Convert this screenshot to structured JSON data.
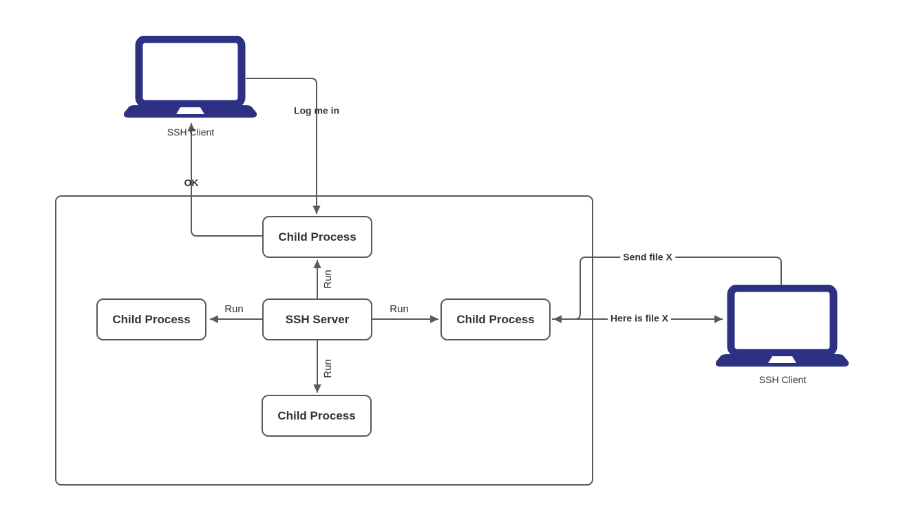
{
  "diagram": {
    "title_semantic": "SSH server child process architecture",
    "clients": {
      "left": {
        "label": "SSH Client"
      },
      "right": {
        "label": "SSH Client"
      }
    },
    "nodes": {
      "ssh_server": {
        "label": "SSH Server"
      },
      "child_top": {
        "label": "Child Process"
      },
      "child_left": {
        "label": "Child Process"
      },
      "child_right": {
        "label": "Child Process"
      },
      "child_bottom": {
        "label": "Child Process"
      }
    },
    "edges": {
      "log_me_in": {
        "label": "Log me in",
        "from": "left SSH Client",
        "to": "top Child Process"
      },
      "ok": {
        "label": "OK",
        "from": "top Child Process",
        "to": "left SSH Client"
      },
      "run_up": {
        "label": "Run",
        "from": "SSH Server",
        "to": "top Child Process"
      },
      "run_left": {
        "label": "Run",
        "from": "SSH Server",
        "to": "left Child Process"
      },
      "run_right": {
        "label": "Run",
        "from": "SSH Server",
        "to": "right Child Process"
      },
      "run_down": {
        "label": "Run",
        "from": "SSH Server",
        "to": "bottom Child Process"
      },
      "send_file": {
        "label": "Send file X",
        "from": "right SSH Client",
        "to": "right Child Process"
      },
      "here_is_file": {
        "label": "Here is file X",
        "from": "right Child Process",
        "to": "right SSH Client"
      }
    },
    "colors": {
      "laptop_fill": "#2d3184",
      "wire_stroke": "#595959",
      "box_border": "#595959",
      "text": "#333333",
      "background": "#ffffff"
    }
  }
}
